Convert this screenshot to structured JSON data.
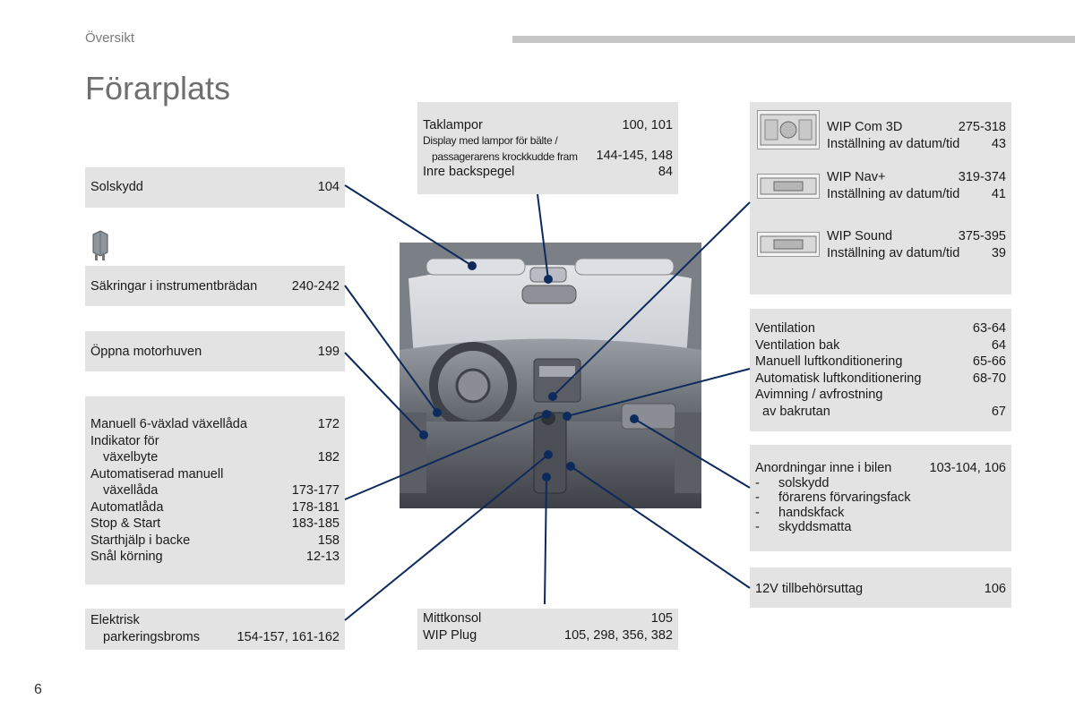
{
  "header": {
    "section": "Översikt",
    "title": "Förarplats"
  },
  "page_number": "6",
  "solskydd": {
    "label": "Solskydd",
    "pages": "104"
  },
  "sakringar": {
    "label": "Säkringar i instrumentbrädan",
    "pages": "240-242"
  },
  "motorhuven": {
    "label": "Öppna motorhuven",
    "pages": "199"
  },
  "gearbox": {
    "r1_label": "Manuell 6-växlad växellåda",
    "r1_pages": "172",
    "r2_label1": "Indikator för",
    "r2_label2": "växelbyte",
    "r2_pages": "182",
    "r3_label1": "Automatiserad manuell",
    "r3_label2": "växellåda",
    "r3_pages": "173-177",
    "r4_label": "Automatlåda",
    "r4_pages": "178-181",
    "r5_label": "Stop & Start",
    "r5_pages": "183-185",
    "r6_label": "Starthjälp i backe",
    "r6_pages": "158",
    "r7_label": "Snål körning",
    "r7_pages": "12-13"
  },
  "parkering": {
    "label1": "Elektrisk",
    "label2": "parkeringsbroms",
    "pages": "154-157, 161-162"
  },
  "taklampor": {
    "r1_label": "Taklampor",
    "r1_pages": "100, 101",
    "r2_label1": "Display med lampor för bälte /",
    "r2_label2": "passagerarens krockkudde fram",
    "r2_pages": "144-145, 148",
    "r3_label": "Inre backspegel",
    "r3_pages": "84"
  },
  "mittkonsol": {
    "r1_label": "Mittkonsol",
    "r1_pages": "105",
    "r2_label": "WIP Plug",
    "r2_pages": "105, 298, 356, 382"
  },
  "audio": {
    "com_label": "WIP Com 3D",
    "com_pages": "275-318",
    "com_date_label": "Inställning av datum/tid",
    "com_date_pages": "43",
    "nav_label": "WIP Nav+",
    "nav_pages": "319-374",
    "nav_date_label": "Inställning av datum/tid",
    "nav_date_pages": "41",
    "sound_label": "WIP Sound",
    "sound_pages": "375-395",
    "sound_date_label": "Inställning av datum/tid",
    "sound_date_pages": "39"
  },
  "ventilation": {
    "r1_label": "Ventilation",
    "r1_pages": "63-64",
    "r2_label": "Ventilation bak",
    "r2_pages": "64",
    "r3_label": "Manuell luftkonditionering",
    "r3_pages": "65-66",
    "r4_label": "Automatisk luftkonditionering",
    "r4_pages": "68-70",
    "r5_label1": "Avimning / avfrostning",
    "r5_label2": "av bakrutan",
    "r5_pages": "67"
  },
  "anordningar": {
    "label": "Anordningar inne i bilen",
    "pages": "103-104, 106",
    "dash": "-",
    "items": [
      "solskydd",
      "förarens förvaringsfack",
      "handskfack",
      "skyddsmatta"
    ]
  },
  "uttag": {
    "label": "12V tillbehörsuttag",
    "pages": "106"
  },
  "colors": {
    "box_bg": "#e3e3e3",
    "leader_line": "#0d2a5c",
    "title_gray": "#6f6f6f"
  },
  "icons": {
    "fuse": "fuse-icon",
    "photo": "car-interior-photo"
  }
}
